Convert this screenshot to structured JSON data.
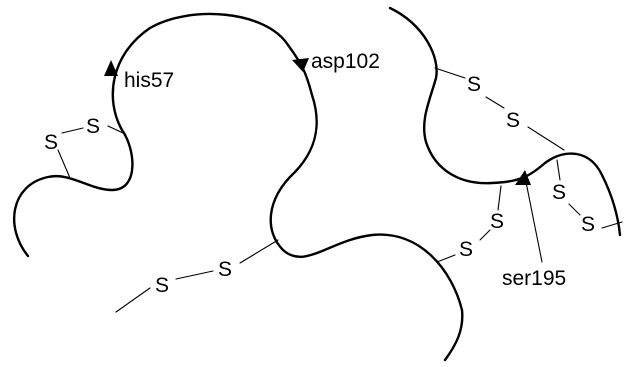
{
  "residues": {
    "his": "his57",
    "asp": "asp102",
    "ser": "ser195"
  },
  "sulfur_label": "S"
}
